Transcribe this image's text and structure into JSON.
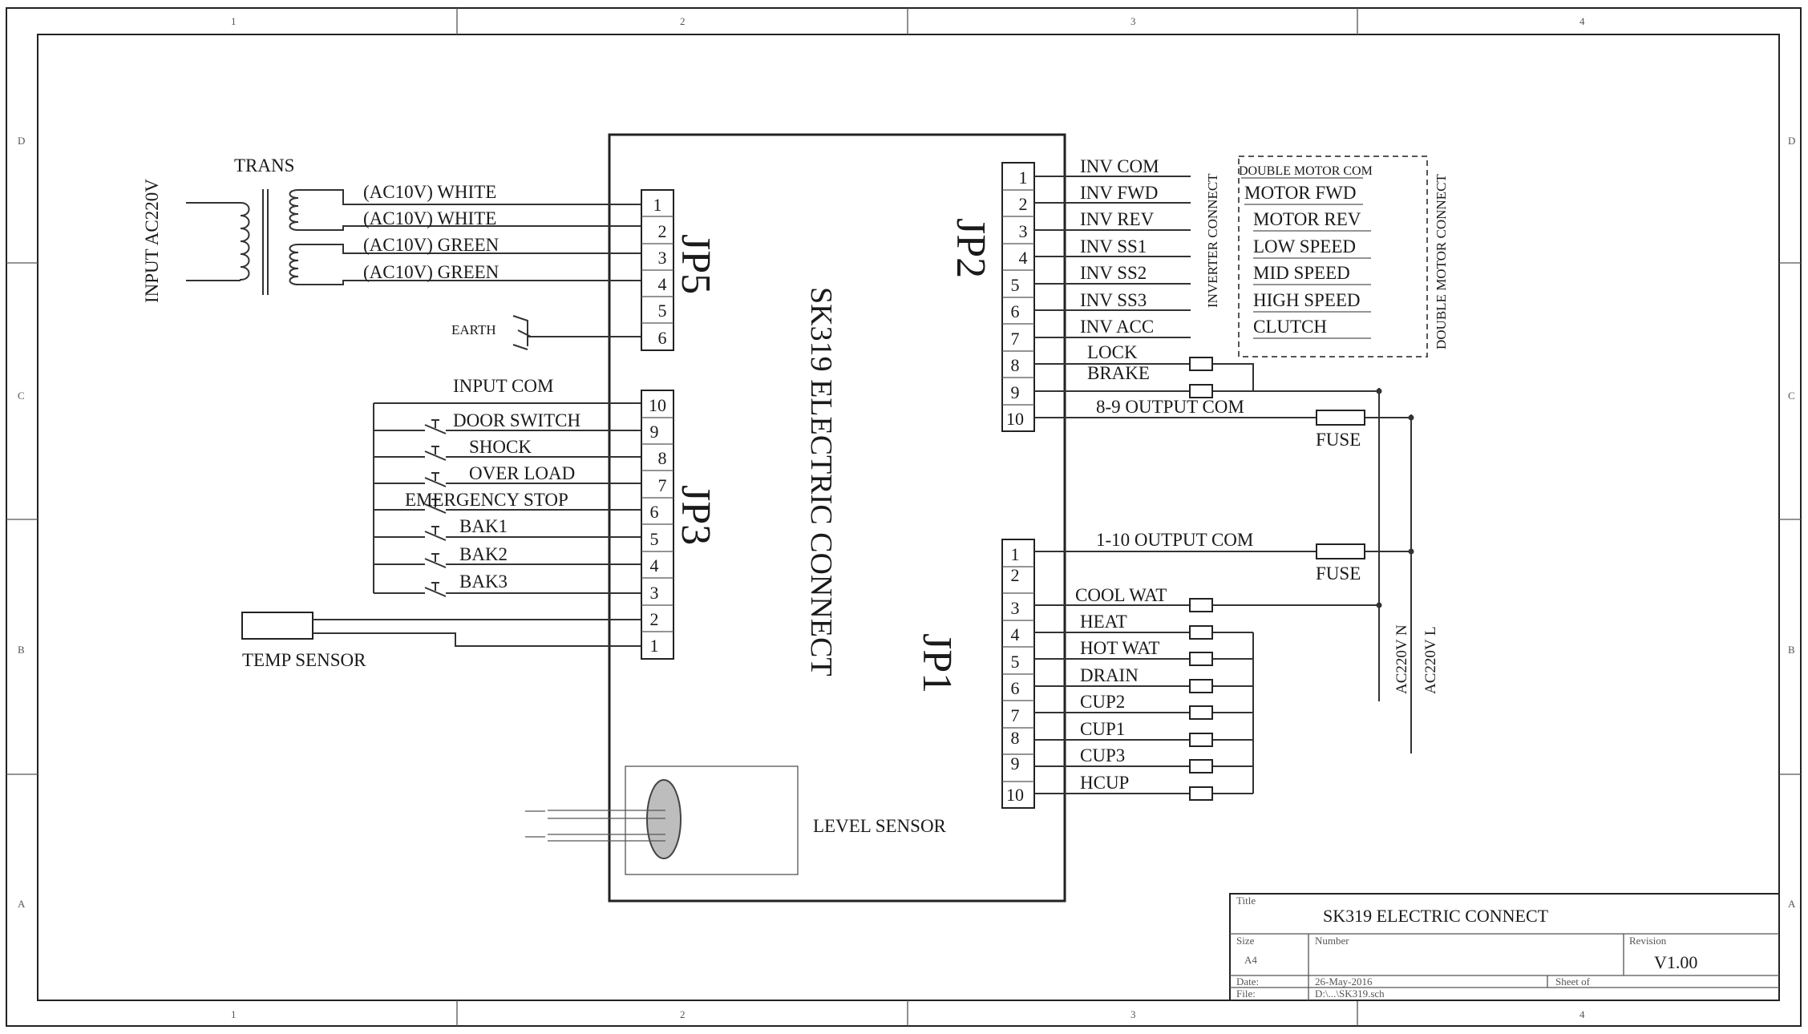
{
  "frame": {
    "col_marks": [
      "1",
      "2",
      "3",
      "4"
    ],
    "row_marks": [
      "D",
      "C",
      "B",
      "A"
    ]
  },
  "board": {
    "title": "SK319 ELECTRIC CONNECT",
    "level_sensor": "LEVEL SENSOR"
  },
  "transformer": {
    "title": "TRANS",
    "input": "INPUT AC220V",
    "earth": "EARTH"
  },
  "temp_sensor": "TEMP SENSOR",
  "jp5": {
    "name": "JP5",
    "pins": [
      "1",
      "2",
      "3",
      "4",
      "5",
      "6"
    ],
    "signals": [
      "(AC10V) WHITE",
      "(AC10V) WHITE",
      "(AC10V) GREEN",
      "(AC10V) GREEN"
    ]
  },
  "jp3": {
    "name": "JP3",
    "pins": [
      "10",
      "9",
      "8",
      "7",
      "6",
      "5",
      "4",
      "3",
      "2",
      "1"
    ],
    "common": "INPUT COM",
    "signals": [
      "DOOR SWITCH",
      "SHOCK",
      "OVER LOAD",
      "EMERGENCY STOP",
      "BAK1",
      "BAK2",
      "BAK3"
    ]
  },
  "jp2": {
    "name": "JP2",
    "pins": [
      "1",
      "2",
      "3",
      "4",
      "5",
      "6",
      "7",
      "8",
      "9",
      "10"
    ],
    "signals": [
      "INV COM",
      "INV FWD",
      "INV REV",
      "INV SS1",
      "INV SS2",
      "INV SS3",
      "INV ACC",
      "LOCK",
      "BRAKE",
      "8-9  OUTPUT COM"
    ],
    "inverter_label": "INVERTER CONNECT",
    "double_motor": {
      "header": "DOUBLE MOTOR COM",
      "side_label": "DOUBLE MOTOR CONNECT",
      "items": [
        "MOTOR FWD",
        "MOTOR REV",
        "LOW SPEED",
        "MID SPEED",
        "HIGH SPEED",
        "CLUTCH"
      ]
    }
  },
  "jp1": {
    "name": "JP1",
    "pins": [
      "1",
      "2",
      "3",
      "4",
      "5",
      "6",
      "7",
      "8",
      "9",
      "10"
    ],
    "common": "1-10 OUTPUT COM",
    "signals": [
      "COOL WAT",
      "HEAT",
      "HOT WAT",
      "DRAIN",
      "CUP2",
      "CUP1",
      "CUP3",
      "HCUP"
    ]
  },
  "power": {
    "fuse": "FUSE",
    "ac_n": "AC220V  N",
    "ac_l": "AC220V  L"
  },
  "title_block": {
    "title_caption": "Title",
    "title": "SK319  ELECTRIC CONNECT",
    "size_caption": "Size",
    "size": "A4",
    "number_caption": "Number",
    "revision_caption": "Revision",
    "revision": "V1.00",
    "date_caption": "Date:",
    "date": "26-May-2016",
    "sheet_caption": "Sheet   of",
    "file_caption": "File:",
    "file": "D:\\...\\SK319.sch"
  }
}
